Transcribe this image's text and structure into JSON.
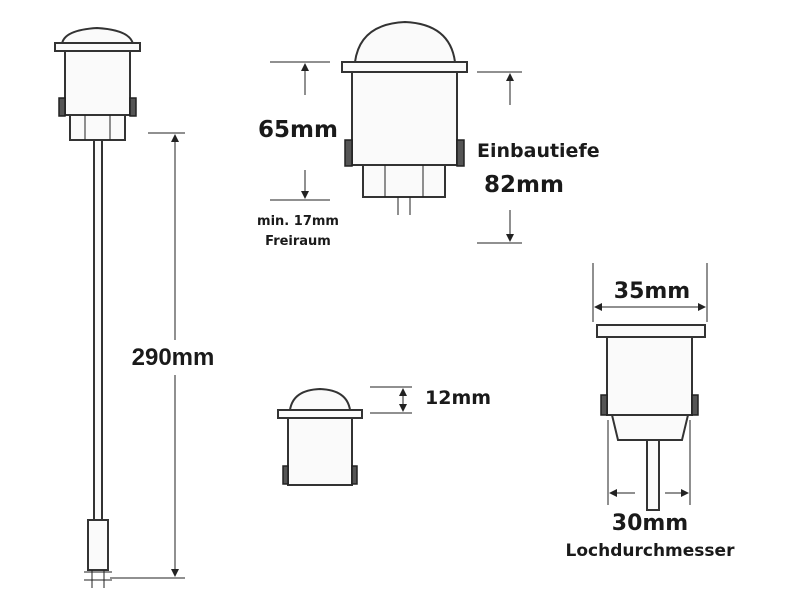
{
  "labels": {
    "cable_length": "290mm",
    "height": "65mm",
    "min_clearance": "min. 17mm",
    "clearance_word": "Freiraum",
    "install_depth_label": "Einbautiefe",
    "install_depth": "82mm",
    "dome_height": "12mm",
    "flange_diameter": "35mm",
    "hole_diameter": "30mm",
    "hole_label": "Lochdurchmesser"
  },
  "colors": {
    "line": "#222222",
    "fill": "#fafafa"
  }
}
